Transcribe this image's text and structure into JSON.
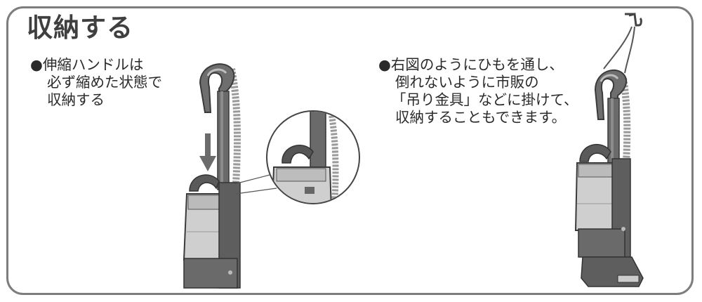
{
  "section": {
    "title": "収納する"
  },
  "notes": {
    "left": {
      "bullet": "●",
      "lines": [
        "伸縮ハンドルは",
        "必ず縮めた状態で",
        "収納する"
      ]
    },
    "right": {
      "bullet": "●",
      "lines": [
        "右図のようにひもを通し、",
        "倒れないように市販の",
        "「吊り金具」などに掛けて、",
        "収納することもできます。"
      ]
    }
  },
  "colors": {
    "frame": "#7d7d7d",
    "vacuum_body": "#6e6e6e",
    "vacuum_dark": "#4a4a4a",
    "canister": "#cfcfcf",
    "arrow": "#6b6b6b"
  },
  "illustrations": {
    "left": "upright-vacuum-handle-retracted",
    "zoom": "detail-callout-circle",
    "right": "upright-vacuum-hanging-from-hook"
  }
}
